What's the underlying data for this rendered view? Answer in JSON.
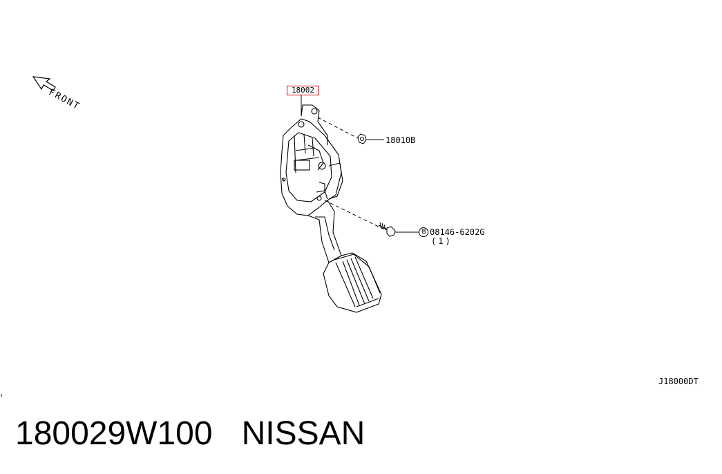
{
  "direction_label": "FRONT",
  "callouts": {
    "main_part": "18002",
    "nut": "18010B",
    "bolt_code": "08146-6202G",
    "bolt_qty": "(1)",
    "bolt_symbol": "B"
  },
  "diagram_code": "J18000DT",
  "caption": {
    "part_number": "180029W100",
    "brand": "NISSAN"
  }
}
